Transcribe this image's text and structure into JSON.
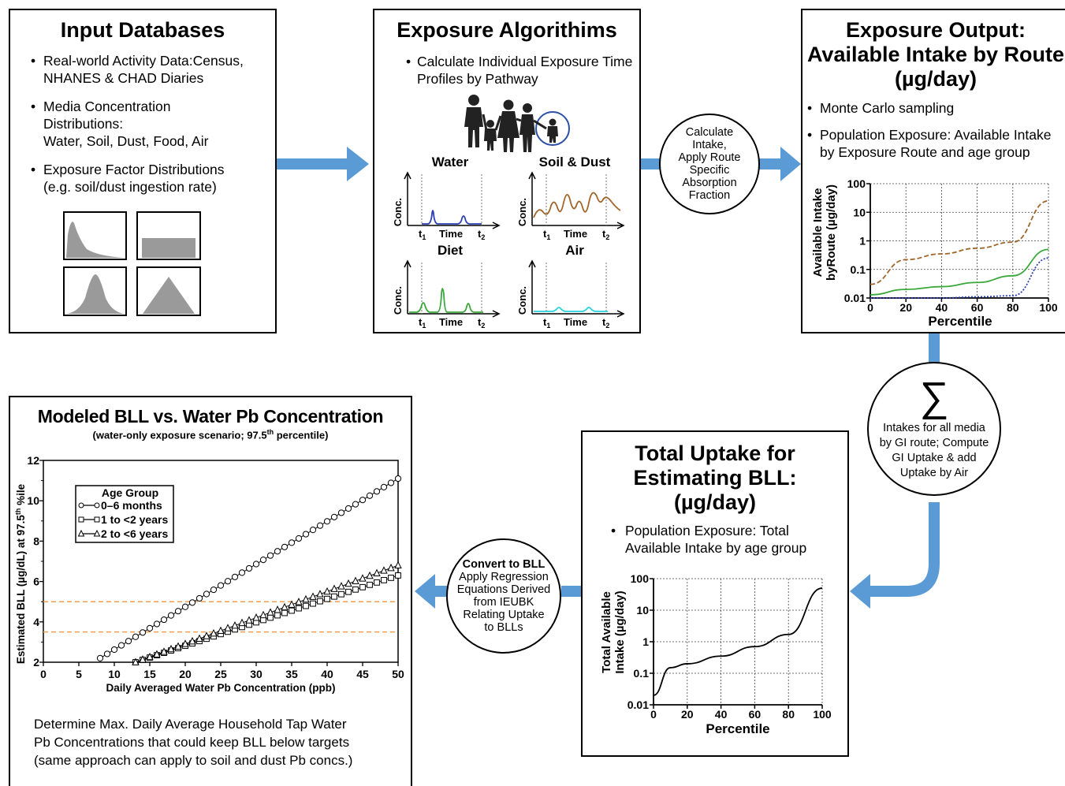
{
  "colors": {
    "arrow": "#5b9bd5",
    "border": "#000000",
    "series_brown": "#a0652a",
    "series_green": "#3aa83a",
    "series_blue": "#2b3fb3",
    "series_cyan": "#29d3e0",
    "threshold": "#f0a050",
    "dist_fill": "#9a9a9a"
  },
  "input_databases": {
    "title": "Input Databases",
    "bullets": [
      "Real-world Activity Data:Census, NHANES & CHAD Diaries",
      "Media Concentration Distributions: Water, Soil, Dust, Food, Air",
      "Exposure Factor Distributions (e.g. soil/dust ingestion rate)"
    ],
    "bullet2_line1": "Media Concentration",
    "bullet2_line2": "Distributions:",
    "bullet2_line3": "Water, Soil, Dust, Food, Air"
  },
  "exposure_algorithms": {
    "title": "Exposure Algorithims",
    "bullet": "Calculate Individual Exposure Time Profiles by Pathway",
    "panels": [
      {
        "title": "Water",
        "ylabel": "Conc.",
        "t1": "t",
        "t1_sub": "1",
        "xlabel": "Time",
        "t2": "t",
        "t2_sub": "2"
      },
      {
        "title": "Soil & Dust",
        "ylabel": "Conc.",
        "t1": "t",
        "t1_sub": "1",
        "xlabel": "Time",
        "t2": "t",
        "t2_sub": "2"
      },
      {
        "title": "Diet",
        "ylabel": "Conc.",
        "t1": "t",
        "t1_sub": "1",
        "xlabel": "Time",
        "t2": "t",
        "t2_sub": "2"
      },
      {
        "title": "Air",
        "ylabel": "Conc.",
        "t1": "t",
        "t1_sub": "1",
        "xlabel": "Time",
        "t2": "t",
        "t2_sub": "2"
      }
    ]
  },
  "circle_intake": {
    "lines": [
      "Calculate",
      "Intake,",
      "Apply Route",
      "Specific",
      "Absorption",
      "Fraction"
    ]
  },
  "exposure_output": {
    "title_lines": [
      "Exposure Output:",
      "Available Intake by Route",
      "(µg/day)"
    ],
    "bullets": [
      "Monte Carlo sampling",
      "Population Exposure: Available Intake by Exposure Route and age group"
    ],
    "chart": {
      "ylabel_lines": [
        "Available Intake",
        "byRoute (µg/day)"
      ],
      "xlabel": "Percentile",
      "yticks": [
        "100",
        "10",
        "1",
        "0.1",
        "0.01"
      ],
      "xticks": [
        "0",
        "20",
        "40",
        "60",
        "80",
        "100"
      ]
    }
  },
  "circle_sum": {
    "symbol": "∑",
    "lines": [
      "Intakes for all media",
      "by GI route; Compute",
      "GI Uptake & add",
      "Uptake by Air"
    ]
  },
  "total_uptake": {
    "title_lines": [
      "Total Uptake for",
      "Estimating BLL:",
      "(µg/day)"
    ],
    "bullet": "Population Exposure: Total Available Intake by age group",
    "chart": {
      "ylabel_lines": [
        "Total Available",
        "Intake (µg/day)"
      ],
      "xlabel": "Percentile",
      "yticks": [
        "100",
        "10",
        "1",
        "0.1",
        "0.01"
      ],
      "xticks": [
        "0",
        "20",
        "40",
        "60",
        "80",
        "100"
      ]
    }
  },
  "circle_bll": {
    "title": "Convert to BLL",
    "lines": [
      "Apply Regression",
      "Equations Derived",
      "from IEUBK",
      "Relating Uptake",
      "to BLLs"
    ]
  },
  "modeled_bll": {
    "title": "Modeled BLL vs. Water Pb Concentration",
    "subtitle_pre": "(water-only exposure scenario; 97.5",
    "subtitle_sup": "th",
    "subtitle_post": " percentile)",
    "ylabel_pre": "Estimated BLL (µg/dL) at 97.5",
    "ylabel_sup": "th",
    "ylabel_post": " %ile",
    "xlabel": "Daily Averaged Water Pb Concentration (ppb)",
    "legend_title": "Age Group",
    "footer_lines": [
      "Determine Max. Daily Average Household Tap Water",
      "Pb Concentrations that could keep BLL below targets",
      "(same approach can apply to soil and dust Pb concs.)"
    ]
  },
  "chart_data": [
    {
      "type": "line",
      "x": [
        0,
        20,
        40,
        60,
        80,
        100
      ],
      "xlabel": "Percentile",
      "ylabel": "Available Intake byRoute (µg/day)",
      "yscale": "log",
      "ylim": [
        0.01,
        100
      ],
      "xlim": [
        0,
        100
      ],
      "grid": true,
      "series": [
        {
          "values": [
            0.03,
            0.22,
            0.35,
            0.55,
            0.9,
            25
          ],
          "color": "#a0652a"
        },
        {
          "values": [
            0.013,
            0.02,
            0.025,
            0.035,
            0.06,
            0.5
          ],
          "color": "#3aa83a"
        },
        {
          "values": [
            0.01,
            0.01,
            0.01,
            0.011,
            0.012,
            0.25
          ],
          "color": "#2b3fb3"
        }
      ]
    },
    {
      "type": "line",
      "x": [
        0,
        10,
        20,
        40,
        60,
        80,
        100
      ],
      "xlabel": "Percentile",
      "ylabel": "Total Available Intake (µg/day)",
      "yscale": "log",
      "ylim": [
        0.01,
        100
      ],
      "xlim": [
        0,
        100
      ],
      "grid": true,
      "series": [
        {
          "values": [
            0.02,
            0.15,
            0.2,
            0.35,
            0.7,
            1.7,
            50
          ],
          "color": "#000000"
        }
      ]
    },
    {
      "type": "line",
      "title": "Modeled BLL vs. Water Pb Concentration",
      "subtitle": "(water-only exposure scenario; 97.5th percentile)",
      "xlabel": "Daily Averaged Water Pb Concentration (ppb)",
      "ylabel": "Estimated BLL (µg/dL) at 97.5th %ile",
      "xlim": [
        0,
        50
      ],
      "ylim": [
        2,
        12
      ],
      "xticks": [
        0,
        5,
        10,
        15,
        20,
        25,
        30,
        35,
        40,
        45,
        50
      ],
      "yticks": [
        2,
        4,
        6,
        8,
        10,
        12
      ],
      "legend_title": "Age Group",
      "legend_position": "top-left",
      "series": [
        {
          "name": "0–6 months",
          "marker": "circle",
          "x": [
            8,
            50
          ],
          "values": [
            2.2,
            11.1
          ]
        },
        {
          "name": "1 to <2 years",
          "marker": "square",
          "x": [
            13,
            50
          ],
          "values": [
            2.0,
            6.3
          ]
        },
        {
          "name": "2 to <6 years",
          "marker": "triangle",
          "x": [
            13,
            50
          ],
          "values": [
            2.0,
            6.8
          ]
        }
      ],
      "threshold_lines": [
        5,
        3.5
      ]
    }
  ]
}
